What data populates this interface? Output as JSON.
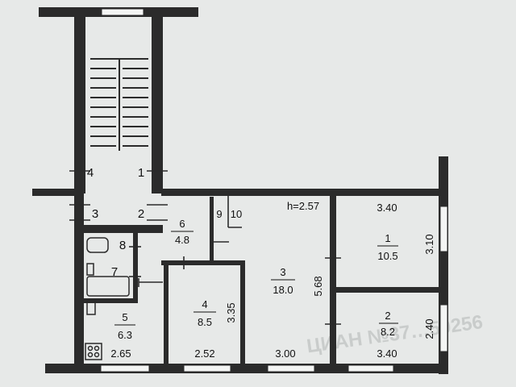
{
  "plan": {
    "ceiling_height": "h=2.57",
    "rooms": [
      {
        "id": "1",
        "area": "10.5"
      },
      {
        "id": "2",
        "area": "8.2"
      },
      {
        "id": "3",
        "area": "18.0"
      },
      {
        "id": "4",
        "area": "8.5"
      },
      {
        "id": "5",
        "area": "6.3"
      },
      {
        "id": "6",
        "area": "4.8"
      },
      {
        "id": "7"
      },
      {
        "id": "8"
      },
      {
        "id": "9"
      },
      {
        "id": "10"
      }
    ],
    "stair_markers": [
      "1",
      "2",
      "3",
      "4"
    ],
    "dimensions": {
      "room1_top": "3.40",
      "room1_side": "3.10",
      "room2_bottom": "3.40",
      "room2_side": "2.40",
      "room3_side": "5.68",
      "room3_bottom": "3.00",
      "room4_side": "3.35",
      "room4_bottom": "2.52",
      "room5_bottom": "2.65"
    },
    "watermark": "ЦИАН  №37…59256"
  }
}
